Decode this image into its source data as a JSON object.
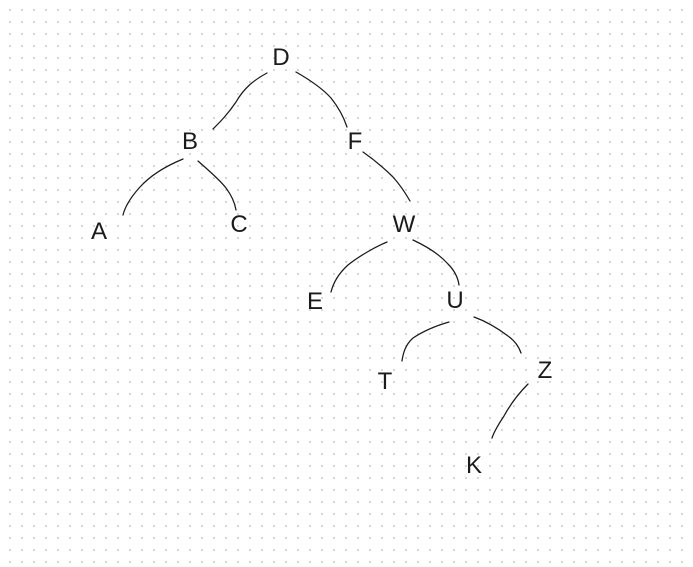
{
  "nodes": [
    {
      "key": "d",
      "label": "D"
    },
    {
      "key": "b",
      "label": "B"
    },
    {
      "key": "f",
      "label": "F"
    },
    {
      "key": "a",
      "label": "A"
    },
    {
      "key": "c",
      "label": "C"
    },
    {
      "key": "w",
      "label": "W"
    },
    {
      "key": "e",
      "label": "E"
    },
    {
      "key": "u",
      "label": "U"
    },
    {
      "key": "t",
      "label": "T"
    },
    {
      "key": "z",
      "label": "Z"
    },
    {
      "key": "k",
      "label": "K"
    }
  ],
  "edges": [
    {
      "from": "D",
      "to": "B"
    },
    {
      "from": "D",
      "to": "F"
    },
    {
      "from": "B",
      "to": "A"
    },
    {
      "from": "B",
      "to": "C"
    },
    {
      "from": "F",
      "to": "W"
    },
    {
      "from": "W",
      "to": "E"
    },
    {
      "from": "W",
      "to": "U"
    },
    {
      "from": "U",
      "to": "T"
    },
    {
      "from": "U",
      "to": "Z"
    },
    {
      "from": "Z",
      "to": "K"
    }
  ]
}
